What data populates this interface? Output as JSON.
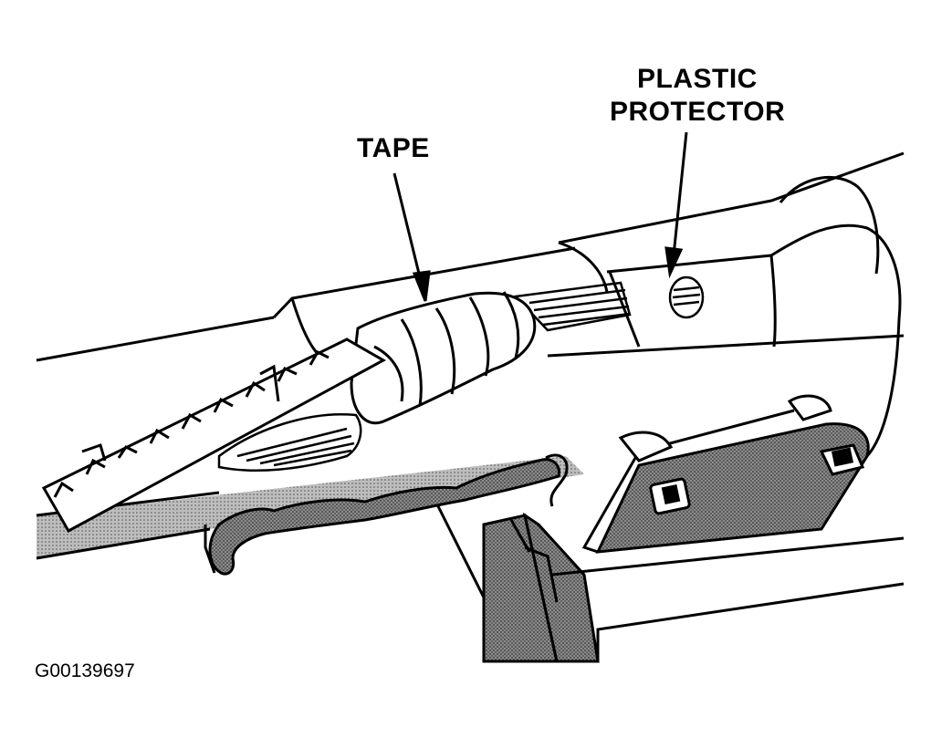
{
  "labels": {
    "tape": "TAPE",
    "plastic_protector_line1": "PLASTIC",
    "plastic_protector_line2": "PROTECTOR"
  },
  "figure_id": "G00139697",
  "colors": {
    "line": "#000000",
    "background": "#ffffff",
    "shade": "#6e6e6e"
  }
}
